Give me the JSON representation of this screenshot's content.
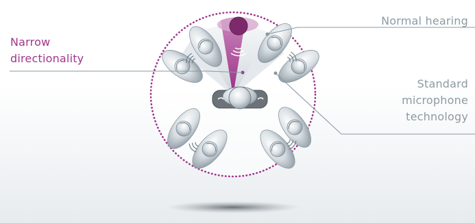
{
  "labels": {
    "normal_hearing": "Normal hearing",
    "narrow_line1": "Narrow",
    "narrow_line2": "directionality",
    "standard_line1": "Standard",
    "standard_line2": "microphone",
    "standard_line3": "technology"
  },
  "colors": {
    "purple": "#a0358c",
    "gray_text": "#8c9aa3",
    "gray_line": "#8899a3"
  }
}
